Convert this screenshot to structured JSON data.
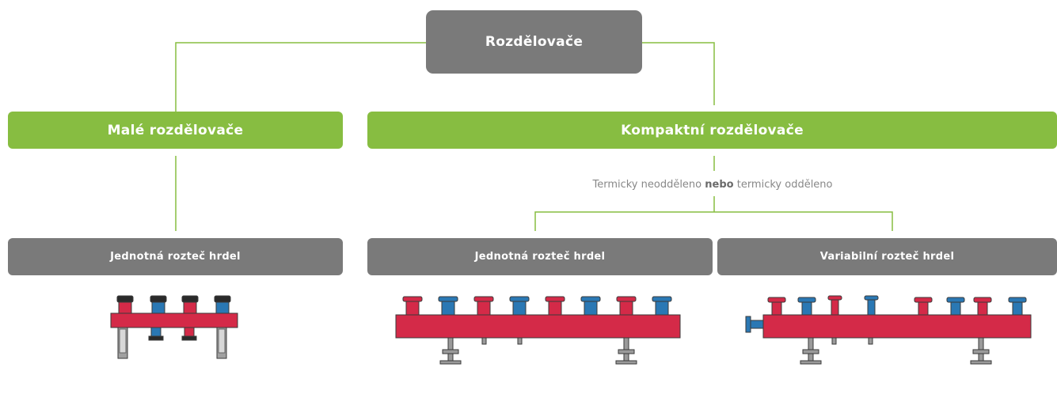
{
  "root": {
    "label": "Rozdělovače"
  },
  "categories": [
    {
      "label": "Malé rozdělovače"
    },
    {
      "label": "Kompaktní rozdělovače"
    }
  ],
  "subtitle": {
    "part1": "Termicky neodděleno",
    "bold": "nebo",
    "part2": "termicky odděleno"
  },
  "types": [
    {
      "label": "Jednotná rozteč hrdel"
    },
    {
      "label": "Jednotná rozteč hrdel"
    },
    {
      "label": "Variabilní rozteč hrdel"
    }
  ],
  "colors": {
    "green": "#87bd41",
    "gray_box": "#7a7a7a",
    "line": "#87bd41",
    "red": "#d42a48",
    "blue": "#2a78b4",
    "bracket": "#8a8a8a"
  }
}
